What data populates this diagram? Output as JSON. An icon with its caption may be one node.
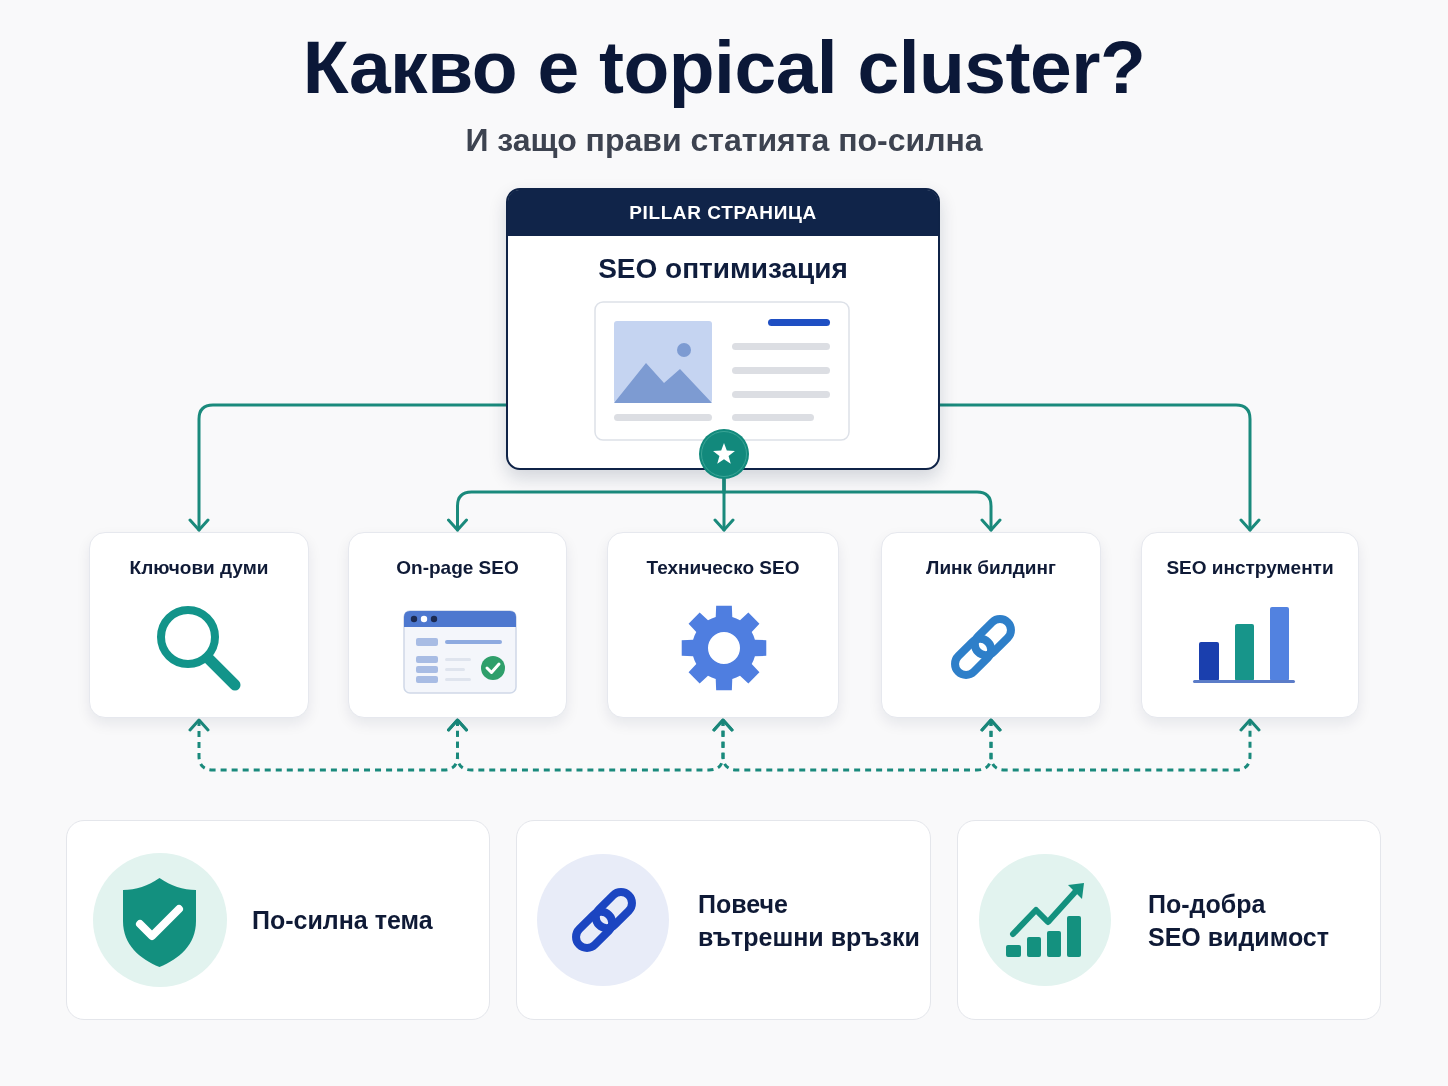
{
  "diagram": {
    "title": "Какво е topical cluster?",
    "nodes": [
      {
        "text": [
          "PILLAR СТРАНИЦА",
          "SEO оптимизация"
        ]
      },
      {
        "text": [],
        "shape": "circle"
      },
      {
        "text": [
          "Ключови думи"
        ]
      },
      {
        "text": [
          "On-page SEO"
        ]
      },
      {
        "text": [
          "Техническо SEO"
        ]
      },
      {
        "text": [
          "Линк билдинг"
        ]
      },
      {
        "text": [
          "SEO инструменти"
        ]
      },
      {
        "text": [
          "По-силна тема"
        ]
      },
      {
        "text": [
          "Повече вътрешни връзки"
        ]
      },
      {
        "text": [
          "По-добра SEO видимост"
        ]
      }
    ],
    "edges": [
      {
        "from": 0,
        "to": 2,
        "arrow": "to"
      },
      {
        "from": 1,
        "to": 3,
        "arrow": "to"
      },
      {
        "from": 1,
        "to": 4,
        "arrow": "to"
      },
      {
        "from": 1,
        "to": 5,
        "arrow": "to"
      },
      {
        "from": 0,
        "to": 6,
        "arrow": "to"
      },
      {
        "from": 2,
        "to": 3,
        "arrow": "both",
        "style": "dashed"
      },
      {
        "from": 3,
        "to": 4,
        "arrow": "both",
        "style": "dashed"
      },
      {
        "from": 4,
        "to": 5,
        "arrow": "both",
        "style": "dashed"
      },
      {
        "from": 5,
        "to": 6,
        "arrow": "both",
        "style": "dashed"
      }
    ],
    "labels": [
      "И защо прави статията по-силна"
    ]
  }
}
